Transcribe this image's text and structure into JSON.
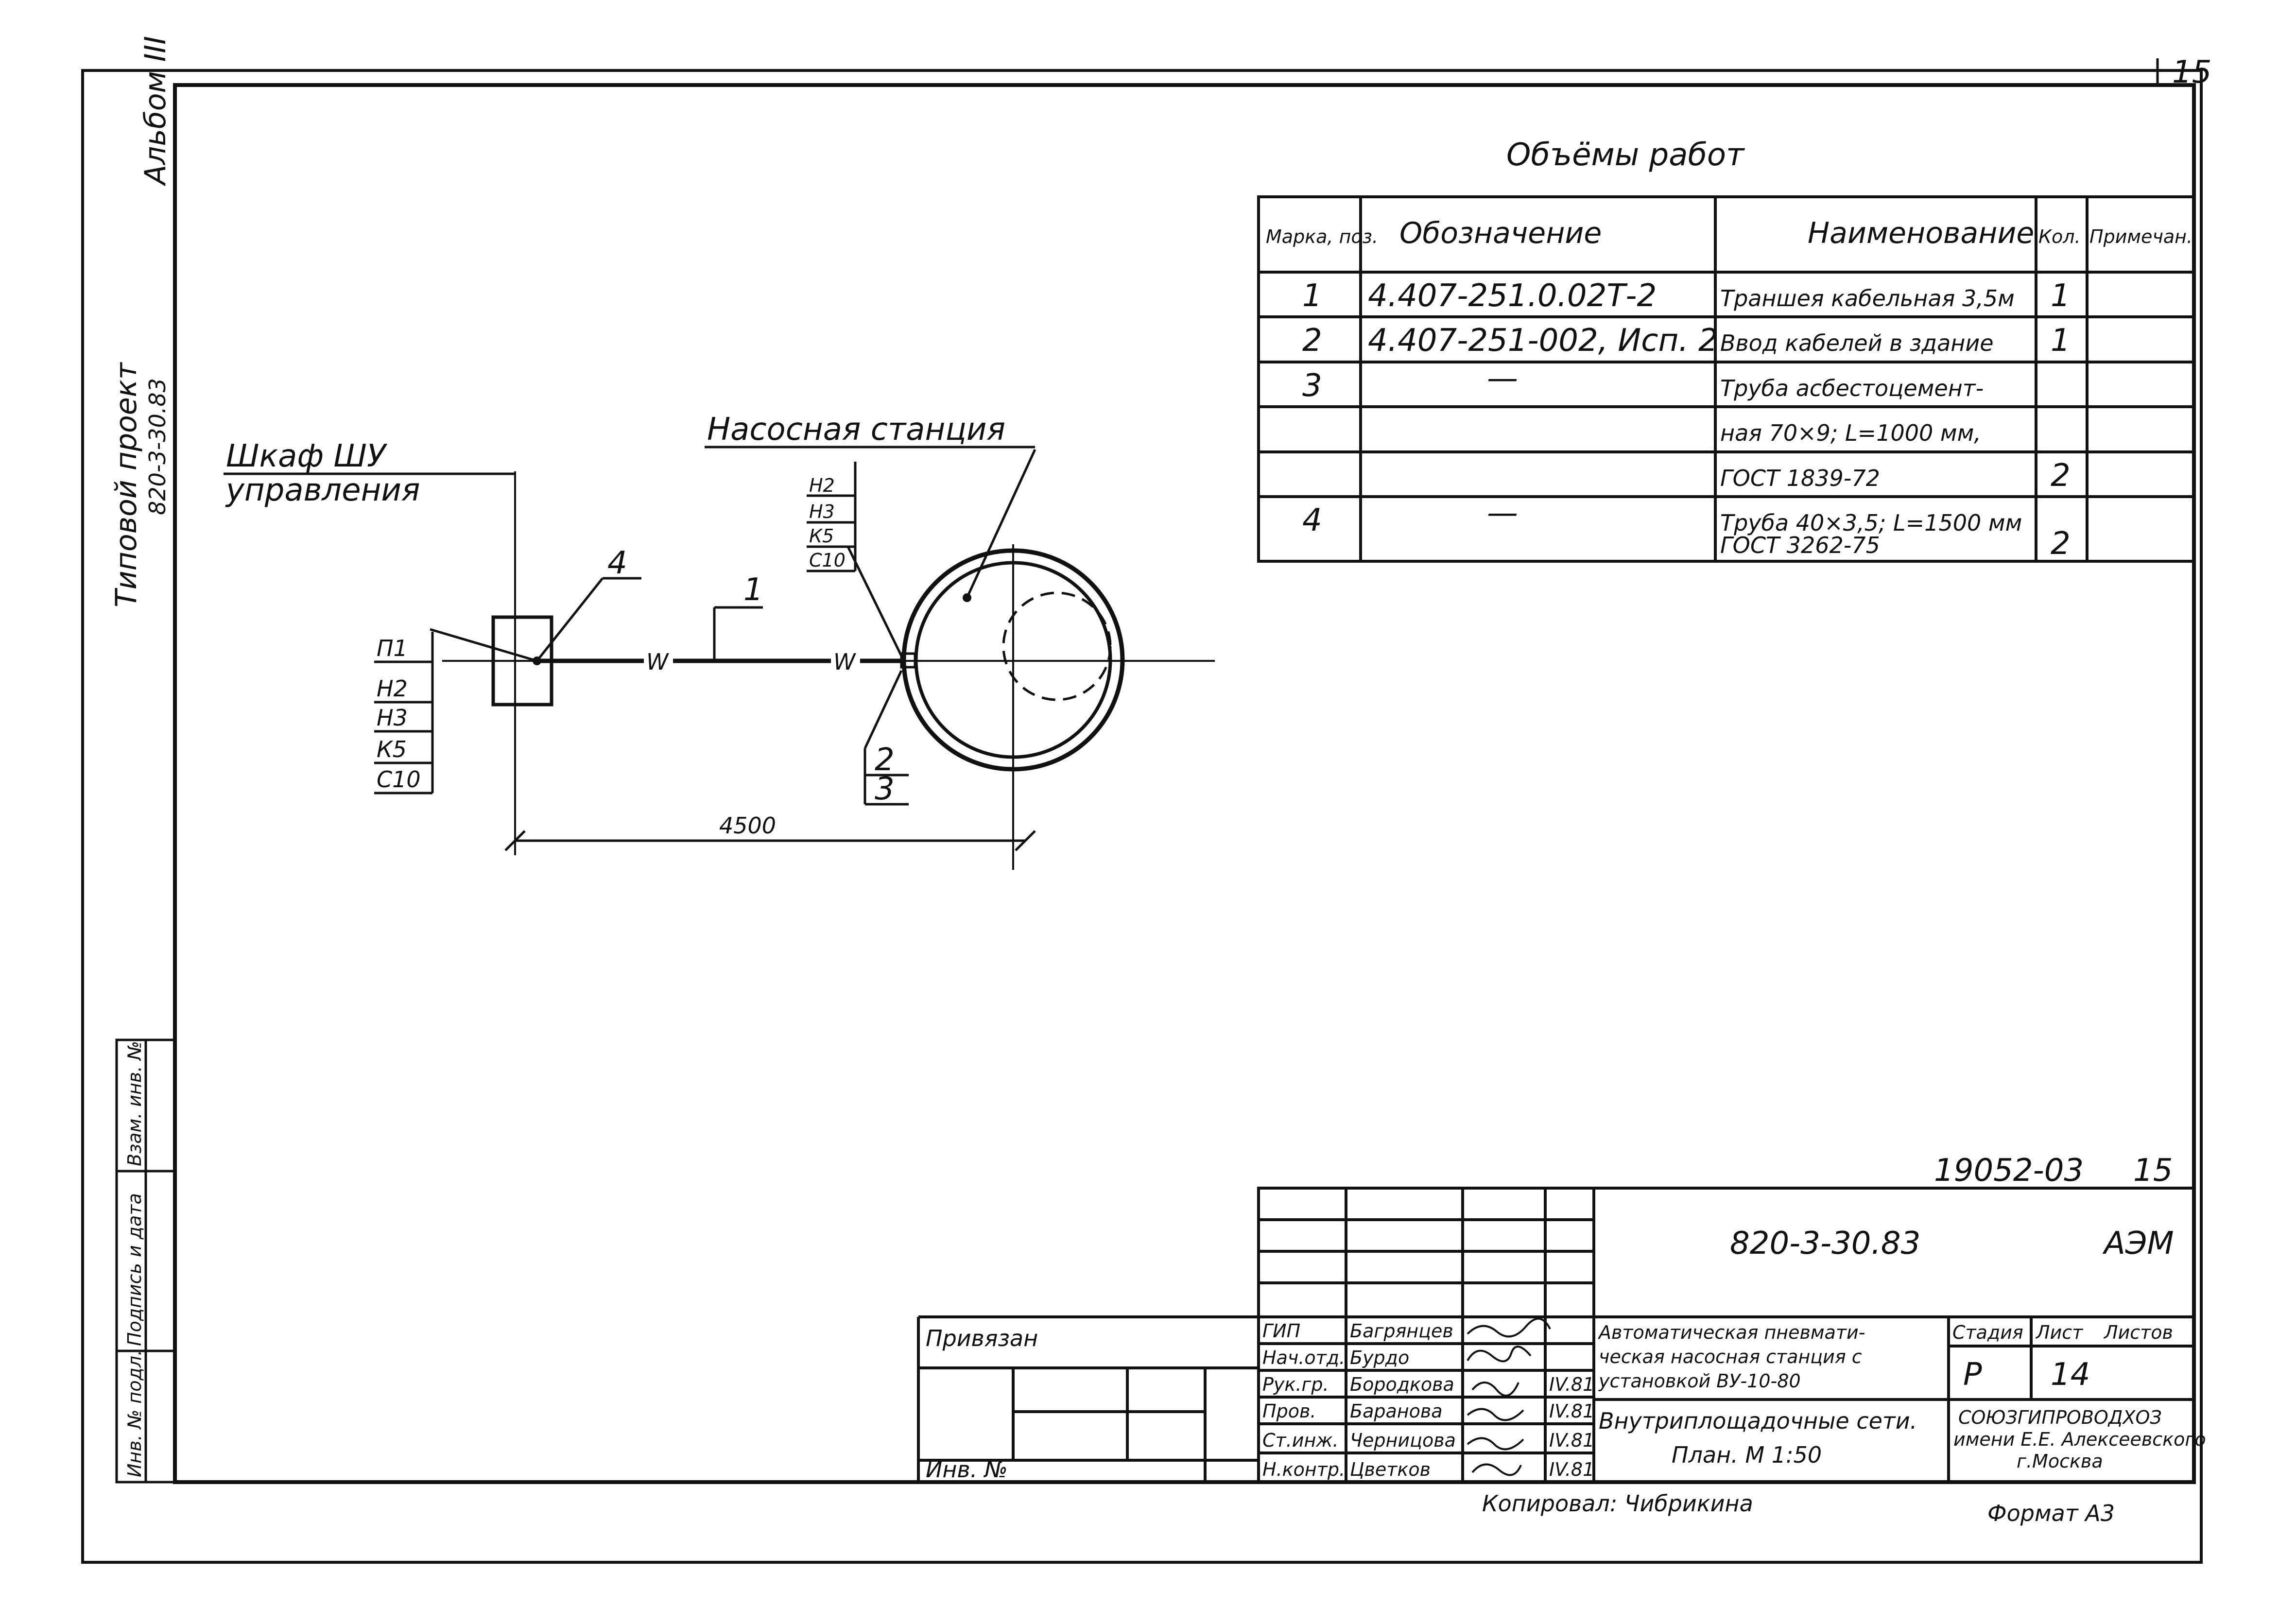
{
  "page_number": "15",
  "album": "Альбом III",
  "project": "Типовой проект",
  "project_code": "820-3-30.83",
  "works": {
    "title": "Объёмы работ",
    "headers": {
      "mark": "Марка, поз.",
      "designation": "Обозначение",
      "name": "Наименование",
      "qty": "Кол.",
      "note": "Примечан."
    },
    "rows": [
      {
        "mark": "1",
        "designation": "4.407-251.0.02Т-2",
        "name": "Траншея кабельная 3,5м",
        "qty": "1"
      },
      {
        "mark": "2",
        "designation": "4.407-251-002, Исп. 2",
        "name": "Ввод кабелей в здание",
        "qty": "1"
      },
      {
        "mark": "3",
        "designation": "—",
        "name": "Труба асбестоцемент-",
        "qty": ""
      },
      {
        "mark": "",
        "designation": "",
        "name": "ная 70×9; L=1000 мм,",
        "qty": ""
      },
      {
        "mark": "",
        "designation": "",
        "name": "ГОСТ 1839-72",
        "qty": "2"
      },
      {
        "mark": "4",
        "designation": "—",
        "name": "Труба 40×3,5; L=1500 мм",
        "qty": ""
      },
      {
        "mark": "",
        "designation": "",
        "name": "ГОСТ 3262-75",
        "qty": "2"
      }
    ]
  },
  "plan": {
    "cabinet_label": "Шкаф ШУ",
    "cabinet_label2": "управления",
    "station_label": "Насосная станция",
    "cables_left": [
      "П1",
      "Н2",
      "Н3",
      "К5",
      "С10"
    ],
    "cables_right": [
      "Н2",
      "Н3",
      "К5",
      "С10"
    ],
    "pos1": "1",
    "pos4": "4",
    "pos2": "2",
    "pos3": "3",
    "w1": "W",
    "w2": "W",
    "dimension": "4500"
  },
  "stamp": {
    "doc_number": "19052-03",
    "sheet_ref": "15",
    "code": "820-3-30.83",
    "section": "АЭМ",
    "bound": "Привязан",
    "inv_no": "Инв. №",
    "roles": [
      "ГИП",
      "Нач.отд.",
      "Рук.гр.",
      "Пров.",
      "Ст.инж.",
      "Н.контр."
    ],
    "names": [
      "Багрянцев",
      "Бурдо",
      "Бородкова",
      "Баранова",
      "Черницова",
      "Цветков"
    ],
    "dates": [
      "",
      "",
      "IV.81",
      "IV.81",
      "IV.81",
      "IV.81"
    ],
    "title_lines": [
      "Автоматическая пневмати-",
      "ческая насосная станция с",
      "установкой ВУ-10-80"
    ],
    "sheet_title_lines": [
      "Внутриплощадочные сети.",
      "План. М 1:50"
    ],
    "stage_label": "Стадия",
    "sheet_label": "Лист",
    "sheets_label": "Листов",
    "stage": "Р",
    "sheet": "14",
    "org_lines": [
      "СОЮЗГИПРОВОДХОЗ",
      "имени Е.Е. Алексеевского",
      "г.Москва"
    ],
    "copied": "Копировал: Чибрикина",
    "format": "Формат А3"
  },
  "side": {
    "inv_podl": "Инв. № подл.",
    "sign_date": "Подпись и дата",
    "vzam": "Взам. инв. №"
  }
}
